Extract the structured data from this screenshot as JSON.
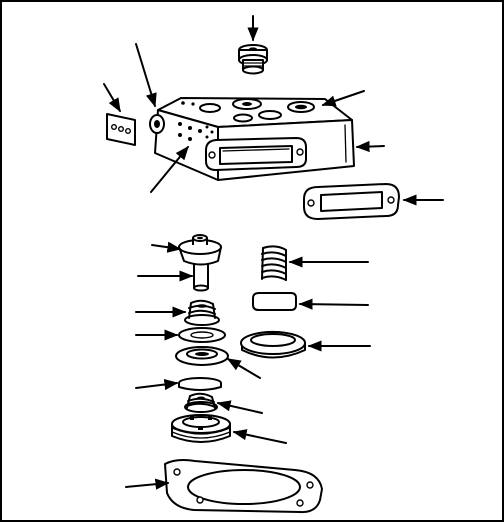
{
  "figure": {
    "type": "exploded-parts-diagram",
    "background_color": "#ffffff",
    "line_color": "#000000",
    "callout_count": 18,
    "parts": [
      "top-plug",
      "mounting-gasket-small",
      "cylinder-head-housing",
      "cover-gasket",
      "valve-cap-stem",
      "inner-spring",
      "small-spring",
      "square-seat-disc",
      "flat-washer",
      "seat-ring",
      "valve-disc",
      "coil-spring",
      "valve-body-cup",
      "threaded-retainer",
      "flange-gasket"
    ]
  }
}
